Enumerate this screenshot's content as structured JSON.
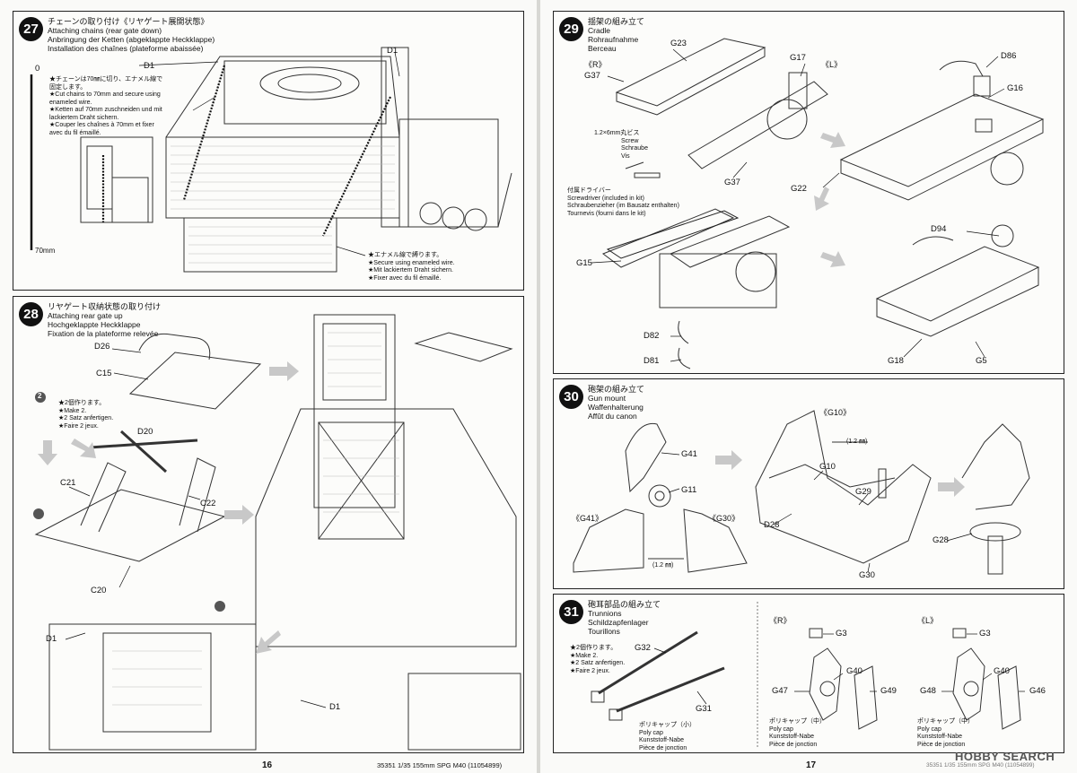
{
  "left_page": {
    "page_number": "16",
    "step27": {
      "number": "27",
      "title_jp": "チェーンの取り付け《リヤゲート展開状態》",
      "title_en": "Attaching chains (rear gate down)",
      "title_de": "Anbringung der Ketten (abgeklappte Heckklappe)",
      "title_fr": "Installation des chaînes (plateforme abaissée)",
      "ruler_top": "0",
      "ruler_bottom": "70mm",
      "parts": [
        "D1",
        "D1"
      ],
      "cut_note": [
        "★チェーンは70㎜に切り、エナメル線で",
        "固定します。",
        "★Cut chains to 70mm and secure using",
        "enameled wire.",
        "★Ketten auf 70mm zuschneiden und mit",
        "lackiertem Draht sichern.",
        "★Couper les chaînes à 70mm et fixer",
        "avec du fil émaillé."
      ],
      "wire_note": [
        "★エナメル線で縛ります。",
        "★Secure using enameled wire.",
        "★Mit lackiertem Draht sichern.",
        "★Fixer avec du fil émaillé."
      ]
    },
    "step28": {
      "number": "28",
      "title_jp": "リヤゲート収納状態の取り付け",
      "title_en": "Attaching rear gate up",
      "title_de": "Hochgeklappte Heckklappe",
      "title_fr": "Fixation de la plateforme relevée",
      "parts": [
        "D26",
        "C15",
        "D20",
        "C21",
        "C22",
        "C20",
        "D1",
        "D1"
      ],
      "make2_note": [
        "★2個作ります。",
        "★Make 2.",
        "★2 Satz anfertigen.",
        "★Faire 2 jeux."
      ],
      "badge": "2"
    },
    "footer": "35351  1/35 155mm SPG M40 (11054899)"
  },
  "right_page": {
    "page_number": "17",
    "step29": {
      "number": "29",
      "title_jp": "揺架の組み立て",
      "title_en": "Cradle",
      "title_de": "Rohraufnahme",
      "title_fr": "Berceau",
      "bracket_r": "《R》",
      "bracket_l": "《L》",
      "parts": [
        "G23",
        "G37",
        "G17",
        "D86",
        "G16",
        "G37",
        "G22",
        "D94",
        "G15",
        "D82",
        "D81",
        "G18",
        "G5"
      ],
      "screw_note": [
        "1.2×6mm丸ビス",
        "Screw",
        "Schraube",
        "Vis"
      ],
      "driver_note": [
        "付属ドライバー",
        "Screwdriver (included in kit)",
        "Schraubenzieher (im Bausatz enthalten)",
        "Tournevis (fourni dans le kit)"
      ]
    },
    "step30": {
      "number": "30",
      "title_jp": "砲架の組み立て",
      "title_en": "Gun mount",
      "title_de": "Waffenhalterung",
      "title_fr": "Affût du canon",
      "parts": [
        "G41",
        "G11",
        "G10",
        "G29",
        "D28",
        "G30",
        "G28"
      ],
      "bracket_g10": "《G10》",
      "bracket_g41": "《G41》",
      "bracket_g30": "《G30》",
      "dim1": "(1.2 ㎜)",
      "dim2": "(1.2 ㎜)"
    },
    "step31": {
      "number": "31",
      "title_jp": "砲耳部品の組み立て",
      "title_en": "Trunnions",
      "title_de": "Schildzapfenlager",
      "title_fr": "Tourillons",
      "make2_note": [
        "★2個作ります。",
        "★Make 2.",
        "★2 Satz anfertigen.",
        "★Faire 2 jeux."
      ],
      "parts_a": [
        "G32",
        "G31"
      ],
      "polycap_small": [
        "ポリキャップ（小）",
        "Poly cap",
        "Kunststoff-Nabe",
        "Pièce de jonction"
      ],
      "bracket_r": "《R》",
      "bracket_l": "《L》",
      "parts_r": [
        "G3",
        "G40",
        "G47",
        "G49"
      ],
      "parts_l": [
        "G3",
        "G40",
        "G48",
        "G46"
      ],
      "polycap_mid": [
        "ポリキャップ（中）",
        "Poly cap",
        "Kunststoff-Nabe",
        "Pièce de jonction"
      ]
    },
    "footer": "35351  1/35 155mm SPG M40 (11054899)",
    "watermark": "HOBBY SEARCH"
  }
}
